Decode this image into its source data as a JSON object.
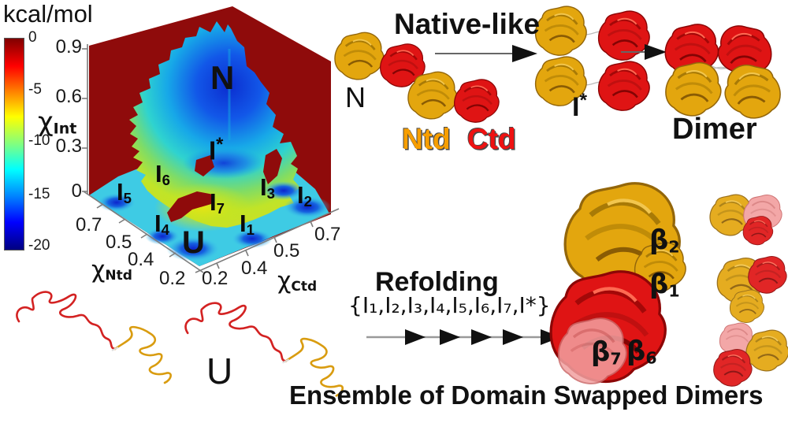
{
  "colorbar": {
    "title": "kcal/mol",
    "ticks": [
      "0",
      "-5",
      "-10",
      "-15",
      "-20"
    ]
  },
  "plot": {
    "z_axis": {
      "sym": "χ",
      "sub": "Int",
      "ticks": [
        "0.9",
        "0.6",
        "0.3",
        "0"
      ]
    },
    "x_axis": {
      "sym": "χ",
      "sub": "Ntd",
      "ticks": [
        "0.7",
        "0.5",
        "0.4",
        "0.2"
      ]
    },
    "y_axis": {
      "sym": "χ",
      "sub": "Ctd",
      "ticks": [
        "0.2",
        "0.4",
        "0.5",
        "0.7"
      ]
    },
    "basins": [
      {
        "base": "N"
      },
      {
        "base": "I",
        "sup": "*"
      },
      {
        "base": "I",
        "sub": "1"
      },
      {
        "base": "I",
        "sub": "2"
      },
      {
        "base": "I",
        "sub": "3"
      },
      {
        "base": "I",
        "sub": "4"
      },
      {
        "base": "I",
        "sub": "5"
      },
      {
        "base": "I",
        "sub": "6"
      },
      {
        "base": "I",
        "sub": "7"
      },
      {
        "base": "U"
      }
    ]
  },
  "chart_data": {
    "type": "heatmap",
    "title": "3D free-energy landscape",
    "xlabel": "χNtd",
    "ylabel": "χCtd",
    "zlabel": "χInt",
    "x_ticks": [
      "0.7",
      "0.5",
      "0.4",
      "0.2"
    ],
    "y_ticks": [
      "0.2",
      "0.4",
      "0.5",
      "0.7"
    ],
    "z_ticks": [
      "0.9",
      "0.6",
      "0.3",
      "0"
    ],
    "colorbar_label": "kcal/mol",
    "colorbar_range": [
      0,
      -20
    ],
    "annotations": [
      "N",
      "I*",
      "I1",
      "I2",
      "I3",
      "I4",
      "I5",
      "I6",
      "I7",
      "U"
    ]
  },
  "native": {
    "title": "Native-like",
    "monomer": "N",
    "ntd": "Ntd",
    "ctd": "Ctd",
    "intermediate_base": "I",
    "intermediate_sup": "*",
    "dimer": "Dimer"
  },
  "refolding": {
    "title": "Refolding",
    "set": "{I₁,I₂,I₃,I₄,I₅,I₆,I₇,I*}",
    "betas": [
      {
        "base": "β",
        "sub": "2"
      },
      {
        "base": "β",
        "sub": "1"
      },
      {
        "base": "β",
        "sub": "7"
      },
      {
        "base": "β",
        "sub": "6"
      }
    ]
  },
  "unfolded": {
    "label": "U"
  },
  "caption": "Ensemble of Domain Swapped Dimers",
  "colors": {
    "wall_red": "#8f0b0b",
    "ntd_gold": "#e3a60e",
    "ctd_red": "#df1414",
    "basin_blue": "#0b2ed0"
  }
}
